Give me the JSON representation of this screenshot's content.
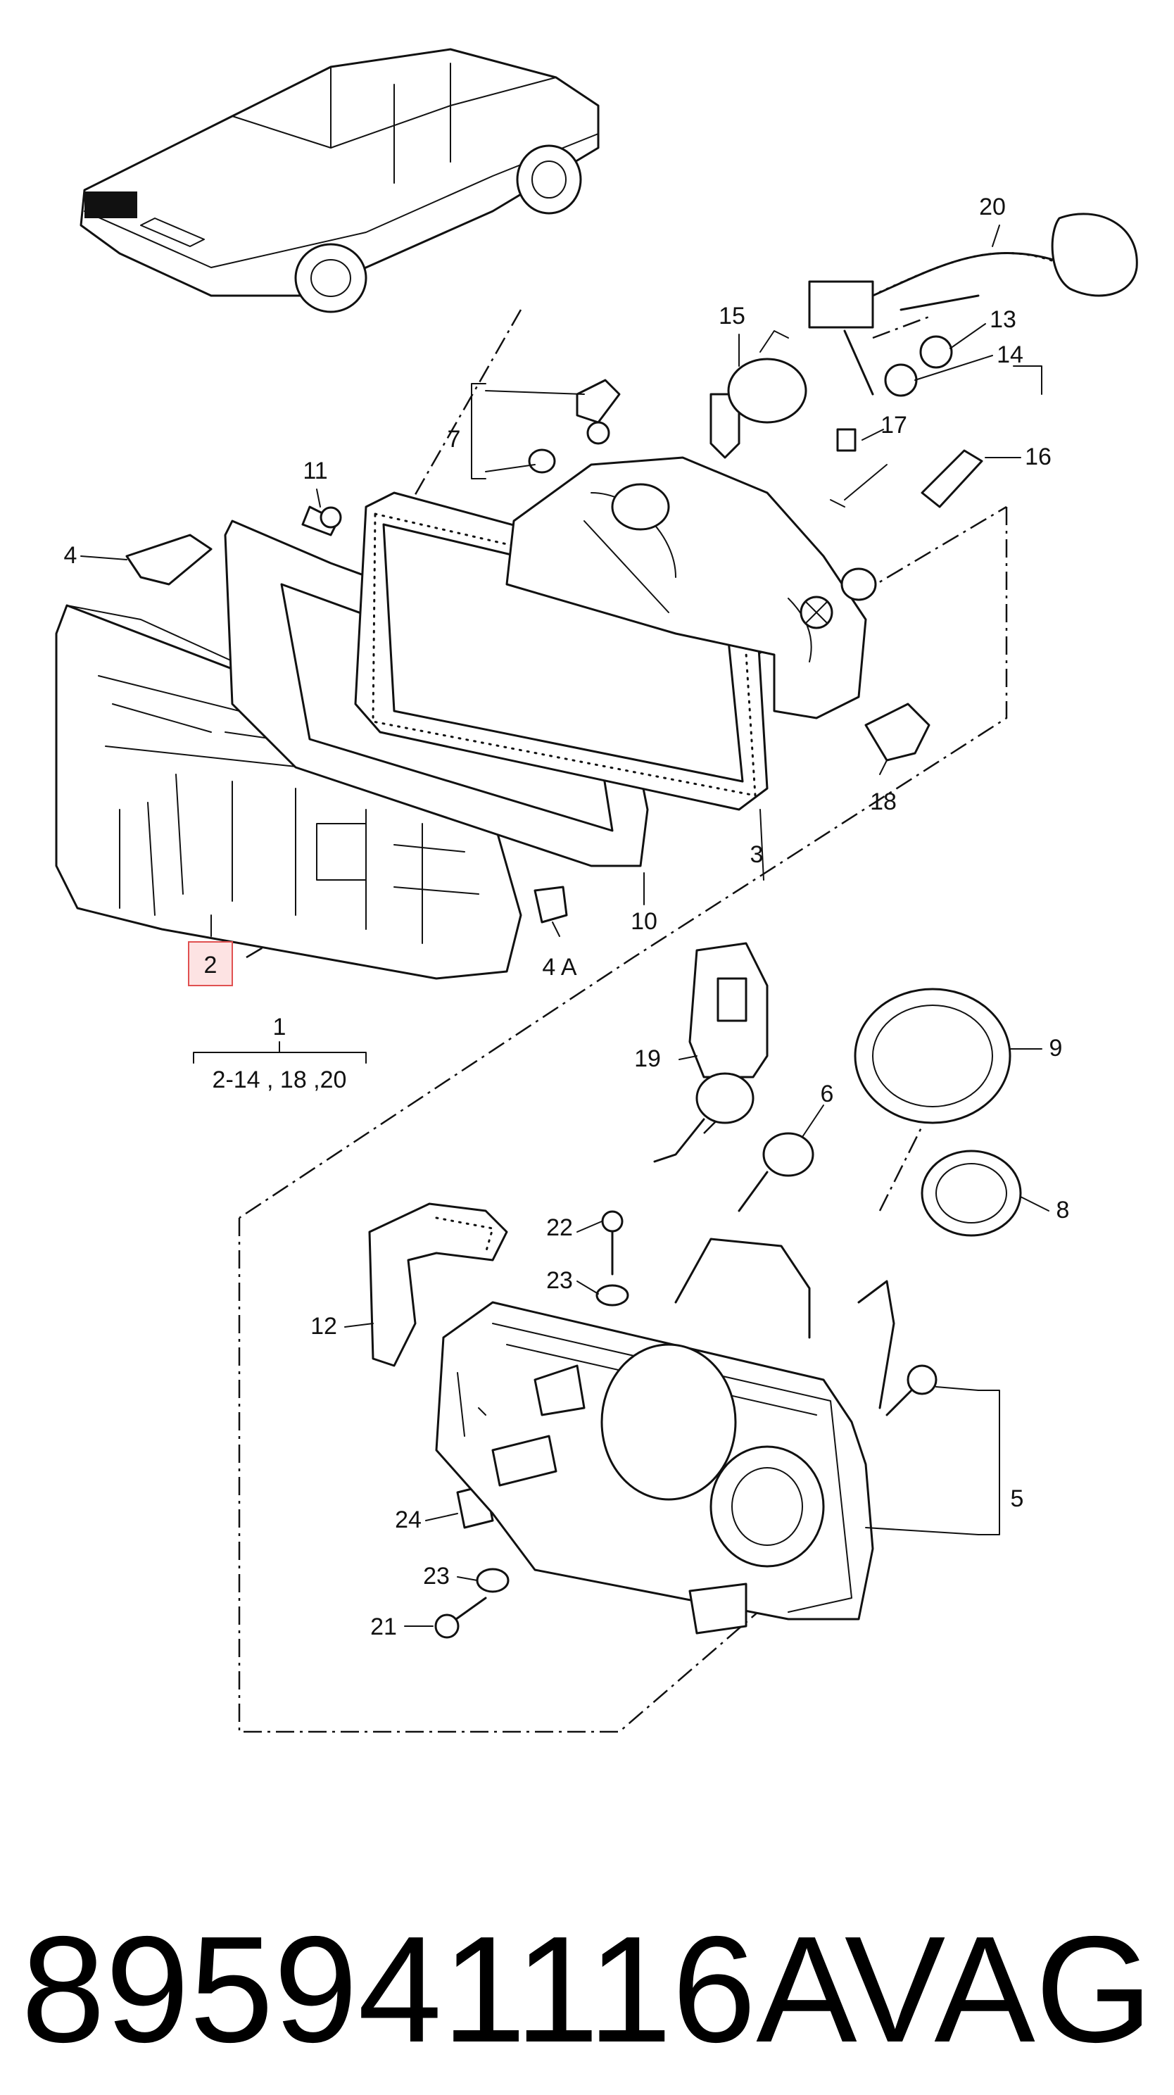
{
  "diagram": {
    "callouts": {
      "c1": "1",
      "c1_range": "2-14 , 18 ,20",
      "c2": "2",
      "c3": "3",
      "c4": "4",
      "c4a": "4 A",
      "c5": "5",
      "c6": "6",
      "c7": "7",
      "c8": "8",
      "c9": "9",
      "c10": "10",
      "c11": "11",
      "c12": "12",
      "c13": "13",
      "c14": "14",
      "c15": "15",
      "c16": "16",
      "c17": "17",
      "c18": "18",
      "c19": "19",
      "c20": "20",
      "c21": "21",
      "c22": "22",
      "c23a": "23",
      "c23b": "23",
      "c24": "24"
    },
    "highlight_color": "#e05050",
    "highlight_fill": "#fde3e3"
  },
  "footer": {
    "part_number": "895941116A",
    "brand": "VAG"
  }
}
